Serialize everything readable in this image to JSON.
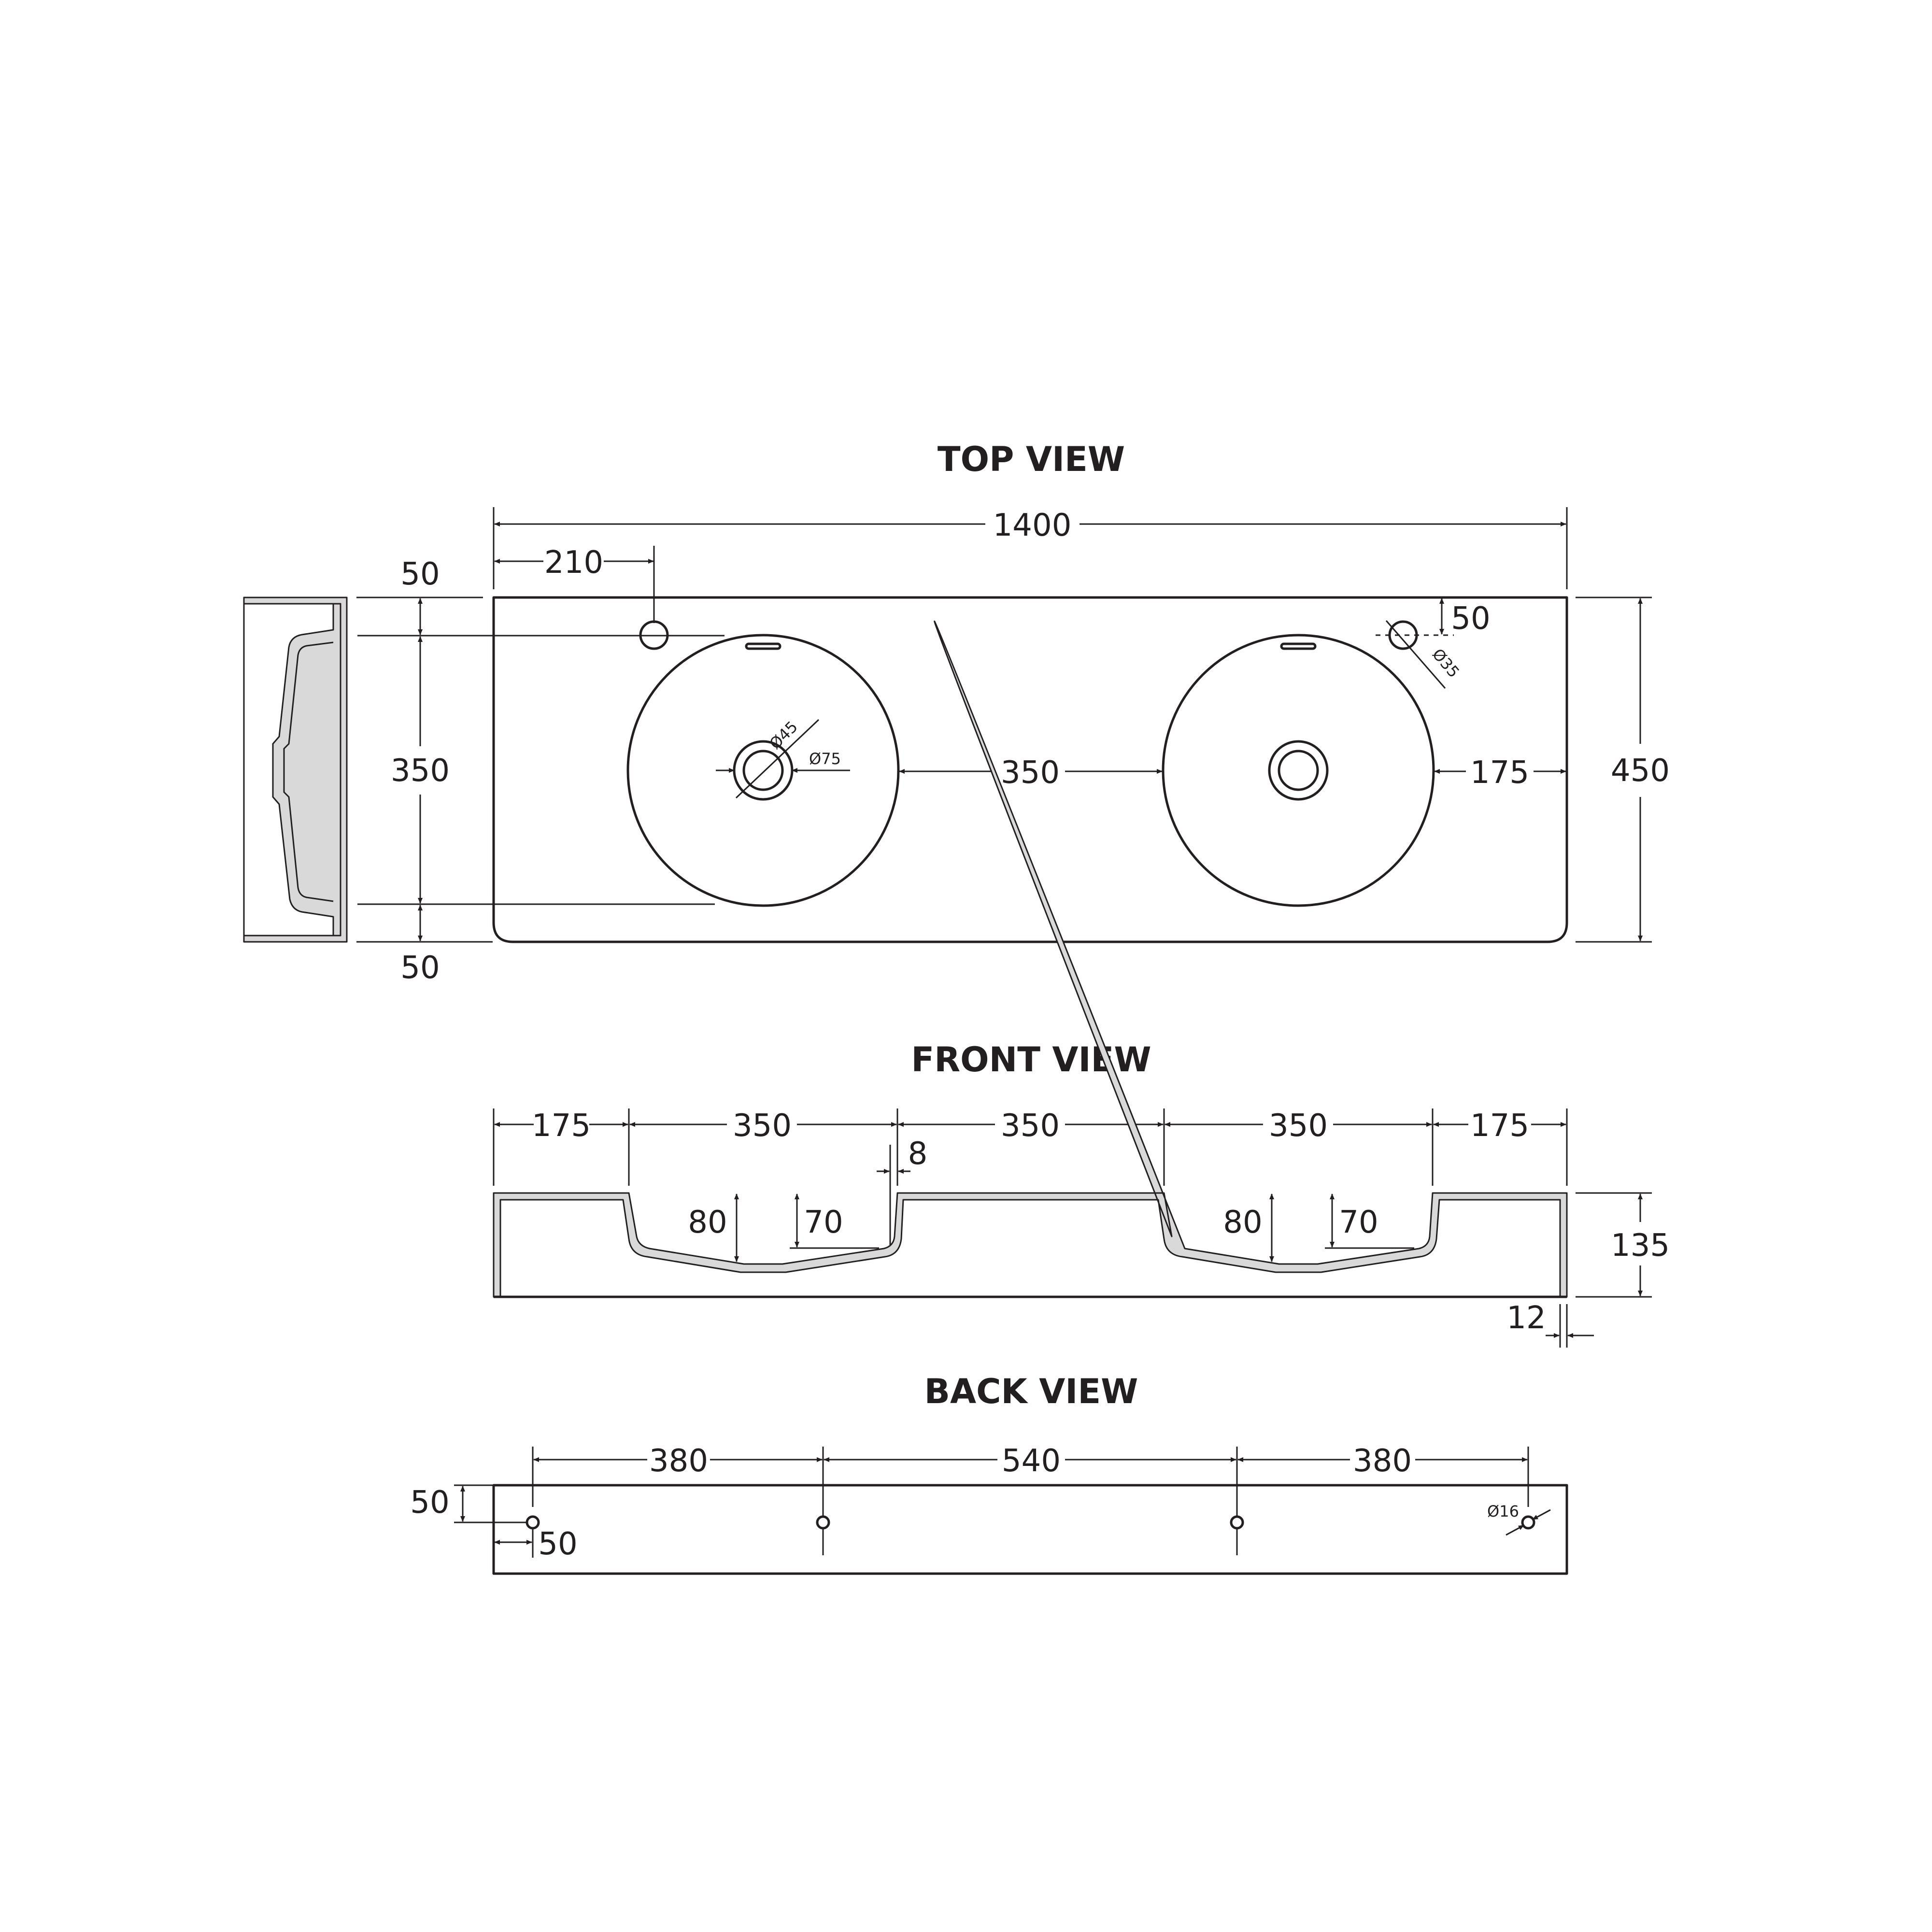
{
  "views": {
    "top": {
      "title": "TOP VIEW",
      "dims": {
        "overall_length": "1400",
        "tap_hole_offset": "210",
        "top_margin": "50",
        "bottom_margin": "50",
        "basin_depth": "350",
        "basin_gap": "350",
        "end_margin": "175",
        "overall_width": "450",
        "tap_hole_setback": "50",
        "waste_inner_dia": "Ø45",
        "waste_outer_dia": "Ø75",
        "tap_hole_dia": "Ø35"
      }
    },
    "front": {
      "title": "FRONT VIEW",
      "dims": {
        "left_end": "175",
        "basin_left_width": "350",
        "center_gap": "350",
        "basin_right_width": "350",
        "right_end": "175",
        "wall_thickness": "8",
        "left_bowl_depth": "80",
        "left_bowl_inner_depth": "70",
        "right_bowl_depth": "80",
        "right_bowl_inner_depth": "70",
        "overall_height": "135",
        "shell_thickness": "12"
      }
    },
    "back": {
      "title": "BACK VIEW",
      "dims": {
        "span_left": "380",
        "span_center": "540",
        "span_right": "380",
        "hole_height": "50",
        "hole_edge_offset": "50",
        "hole_dia": "Ø16"
      }
    }
  }
}
